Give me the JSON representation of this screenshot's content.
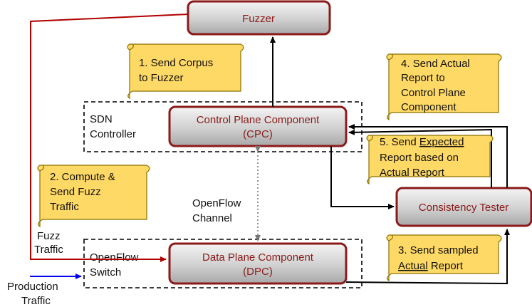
{
  "components": {
    "fuzzer": "Fuzzer",
    "cpc_line1": "Control Plane Component",
    "cpc_line2": "(CPC)",
    "dpc_line1": "Data Plane Component",
    "dpc_line2": "(DPC)",
    "consistency": "Consistency Tester"
  },
  "regions": {
    "sdn_line1": "SDN",
    "sdn_line2": "Controller",
    "switch_line1": "OpenFlow",
    "switch_line2": "Switch",
    "channel_line1": "OpenFlow",
    "channel_line2": "Channel"
  },
  "traffic": {
    "fuzz_line1": "Fuzz",
    "fuzz_line2": "Traffic",
    "prod_line1": "Production",
    "prod_line2": "Traffic"
  },
  "notes": {
    "n1_line1": "1. Send Corpus",
    "n1_line2": "to Fuzzer",
    "n2_line1": "2. Compute &",
    "n2_line2": "Send Fuzz",
    "n2_line3": "Traffic",
    "n3_prefix": "3. Send sampled",
    "n3_underlined": "Actual",
    "n3_suffix": " Report",
    "n4_line1": "4. Send Actual",
    "n4_line2": "Report to",
    "n4_line3": "Control Plane",
    "n4_line4": "Component",
    "n5_prefix": "5. Send ",
    "n5_underlined": "Expected",
    "n5_line2": "Report based on",
    "n5_line3": "Actual Report"
  },
  "colors": {
    "component_border": "#8b1a1a",
    "component_text": "#8b1a1a",
    "note_fill": "#ffd966",
    "fuzz_arrow": "#b00000",
    "production_arrow": "#0000ee"
  }
}
